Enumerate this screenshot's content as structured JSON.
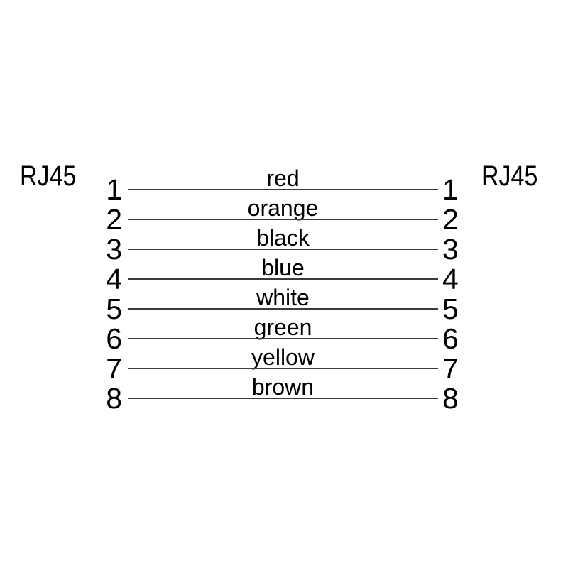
{
  "diagram": {
    "connector_left_label": "RJ45",
    "connector_right_label": "RJ45",
    "background_color": "#ffffff",
    "line_color": "#3a3a3a",
    "text_color": "#000000",
    "wires": [
      {
        "pin_left": "1",
        "color_label": "red",
        "pin_right": "1"
      },
      {
        "pin_left": "2",
        "color_label": "orange",
        "pin_right": "2"
      },
      {
        "pin_left": "3",
        "color_label": "black",
        "pin_right": "3"
      },
      {
        "pin_left": "4",
        "color_label": "blue",
        "pin_right": "4"
      },
      {
        "pin_left": "5",
        "color_label": "white",
        "pin_right": "5"
      },
      {
        "pin_left": "6",
        "color_label": "green",
        "pin_right": "6"
      },
      {
        "pin_left": "7",
        "color_label": "yellow",
        "pin_right": "7"
      },
      {
        "pin_left": "8",
        "color_label": "brown",
        "pin_right": "8"
      }
    ]
  }
}
